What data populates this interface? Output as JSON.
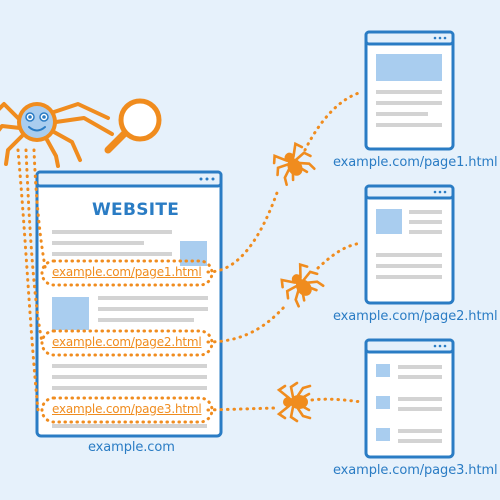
{
  "website": {
    "title": "WEBSITE",
    "domain": "example.com",
    "links": [
      "example.com/page1.html",
      "example.com/page2.html",
      "example.com/page3.html"
    ]
  },
  "pages": [
    {
      "url": "example.com/page1.html"
    },
    {
      "url": "example.com/page2.html"
    },
    {
      "url": "example.com/page3.html"
    }
  ],
  "colors": {
    "background": "#e6f1fb",
    "frame": "#2a7cc4",
    "placeholder": "#a9cdef",
    "text_line": "#d3d3d3",
    "crawler": "#f08c1e"
  },
  "icons": [
    "crawler-spider-icon",
    "magnifying-glass-icon",
    "spider-icon",
    "window-dots-icon"
  ]
}
